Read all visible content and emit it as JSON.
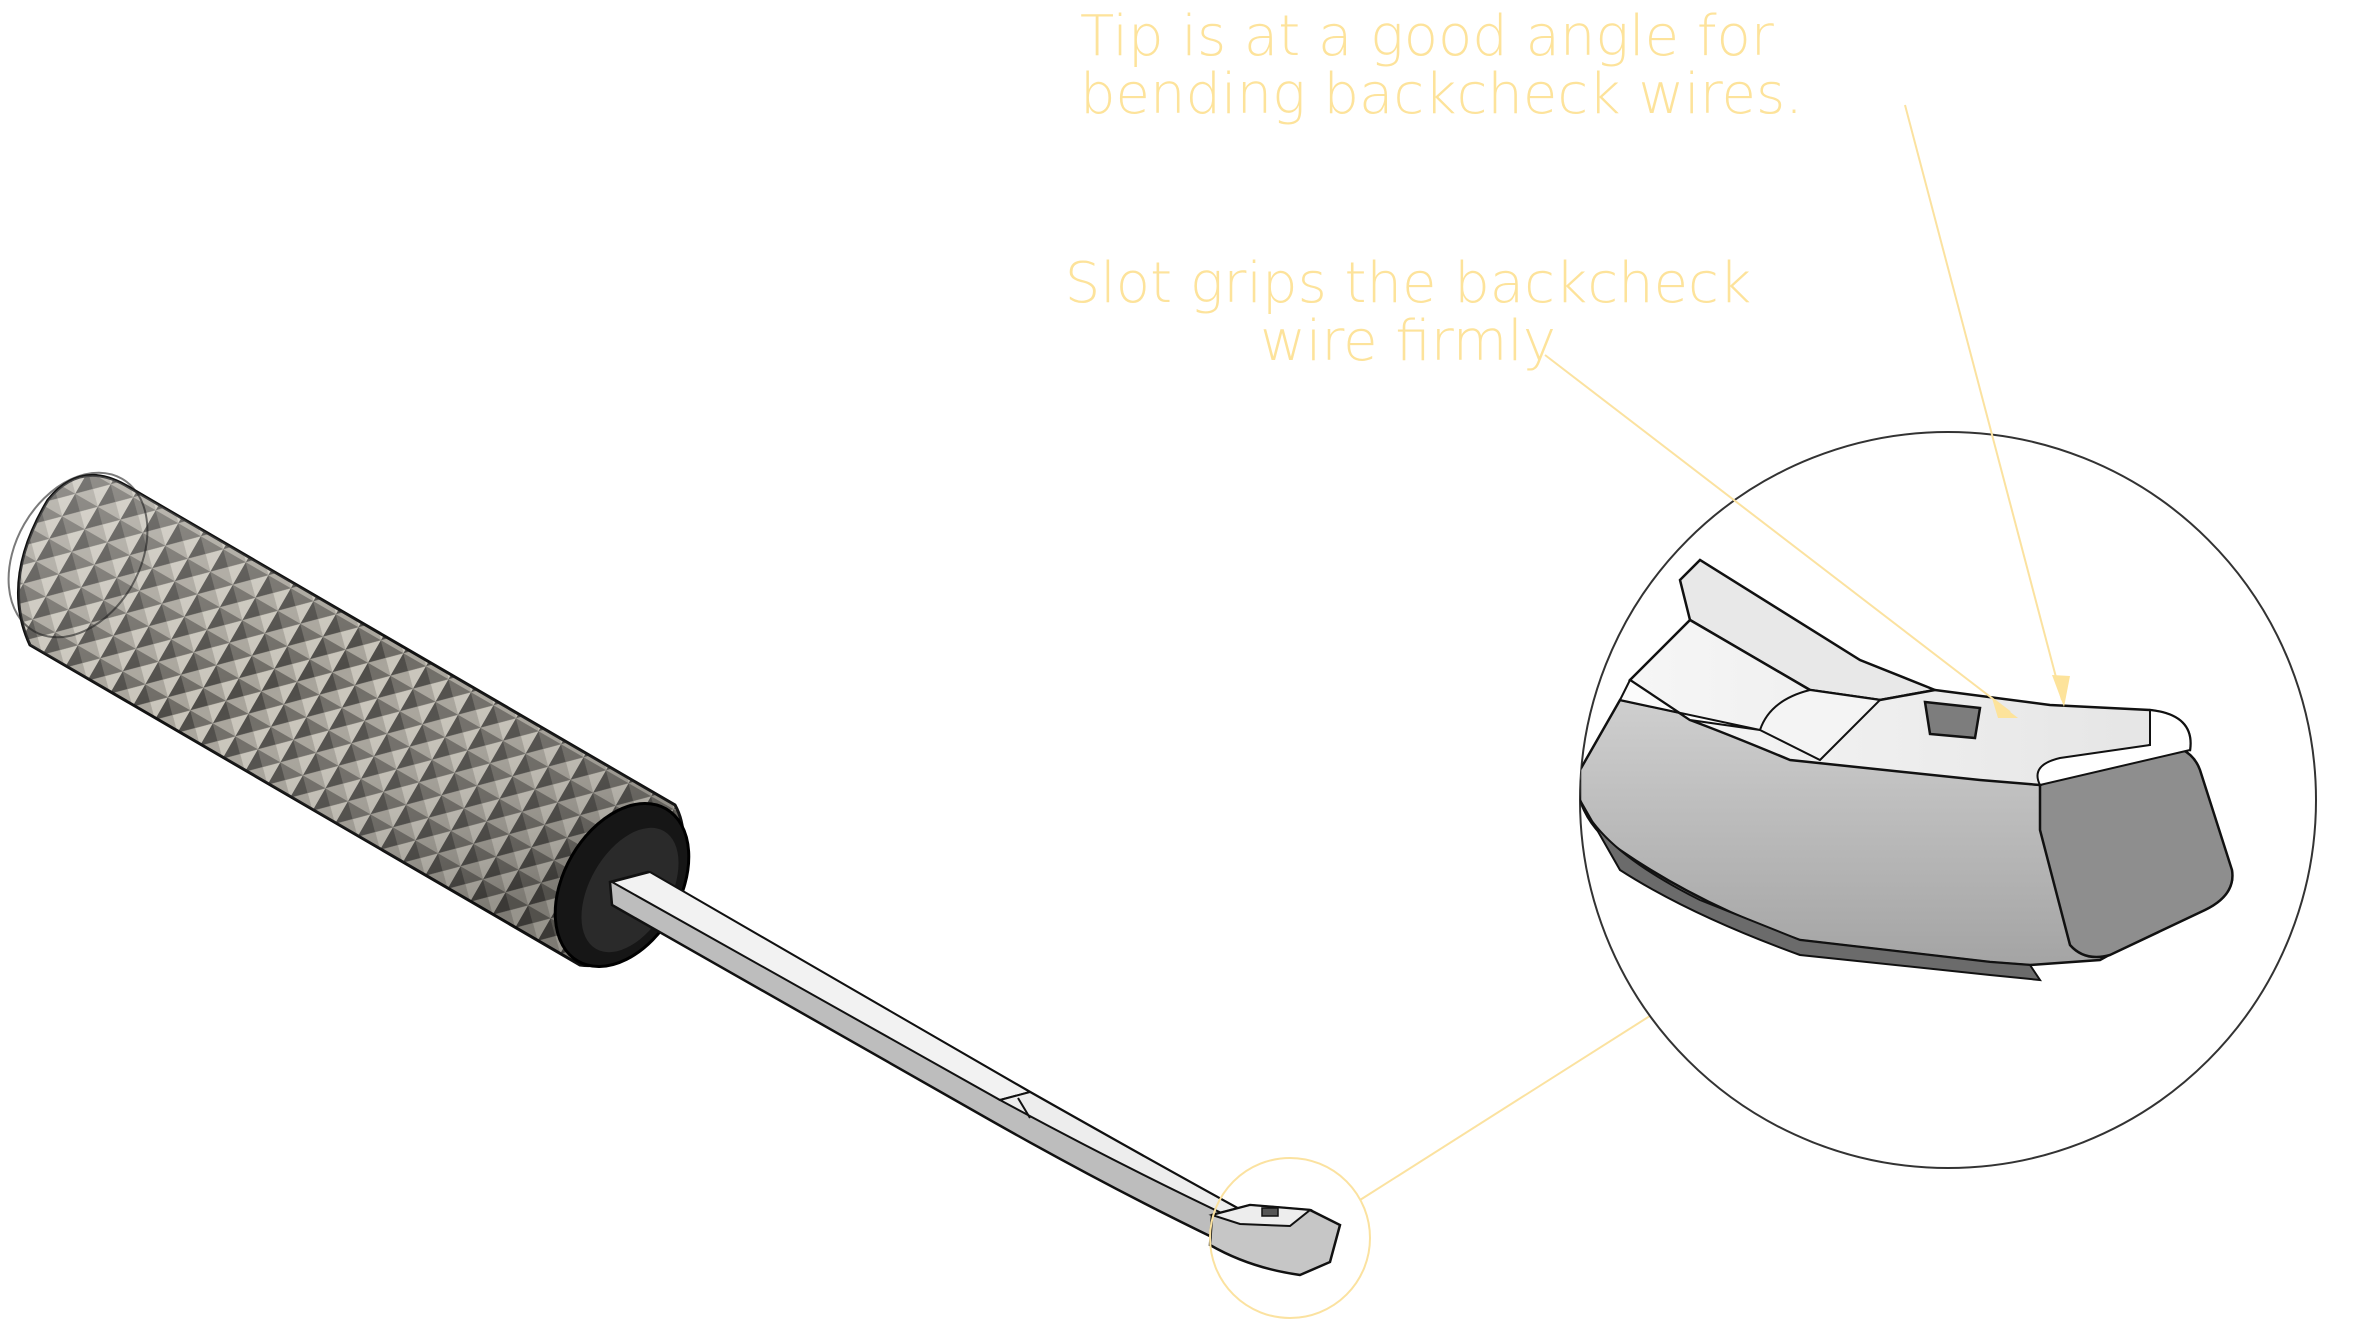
{
  "annotations": {
    "tip": {
      "line1": "Tip is at a good angle for",
      "line2": "bending backcheck wires."
    },
    "slot": {
      "line1": "Slot grips the backcheck",
      "line2": "wire firmly"
    }
  },
  "colors": {
    "annotation": "#fde39b",
    "leader": "#fbe2a0",
    "outline": "#111111",
    "handle_dark": "#5e5c57",
    "handle_light": "#b7b3aa",
    "collar": "#1b1b1b",
    "shaft_top": "#f1f1f1",
    "shaft_side": "#b9b9b9"
  },
  "icons": [
    "knurled-handle",
    "detail-view-circle"
  ]
}
